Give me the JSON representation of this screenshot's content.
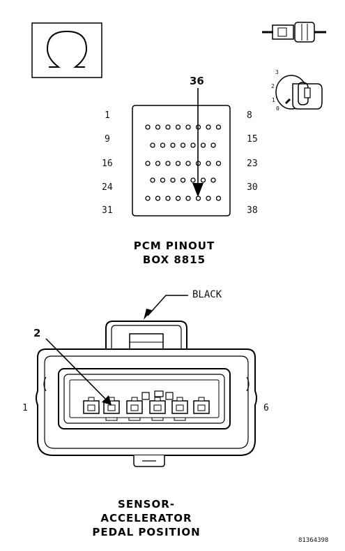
{
  "pcm": {
    "row_start_labels": [
      "1",
      "9",
      "16",
      "24",
      "31"
    ],
    "row_end_labels": [
      "8",
      "15",
      "23",
      "30",
      "38"
    ],
    "callout_pin": "36",
    "title_line1": "PCM PINOUT",
    "title_line2": "BOX 8815"
  },
  "connector": {
    "color_label": "BLACK",
    "callout_pin": "2",
    "left_pin_label": "1",
    "right_pin_label": "6",
    "title_line1": "SENSOR-",
    "title_line2": "ACCELERATOR",
    "title_line3": "PEDAL POSITION"
  },
  "ignition_positions": [
    "3",
    "2",
    "1",
    "0"
  ],
  "figure_id": "81364398",
  "icons": [
    "omega-symbol-icon",
    "inline-connector-icon",
    "ignition-key-icon"
  ]
}
